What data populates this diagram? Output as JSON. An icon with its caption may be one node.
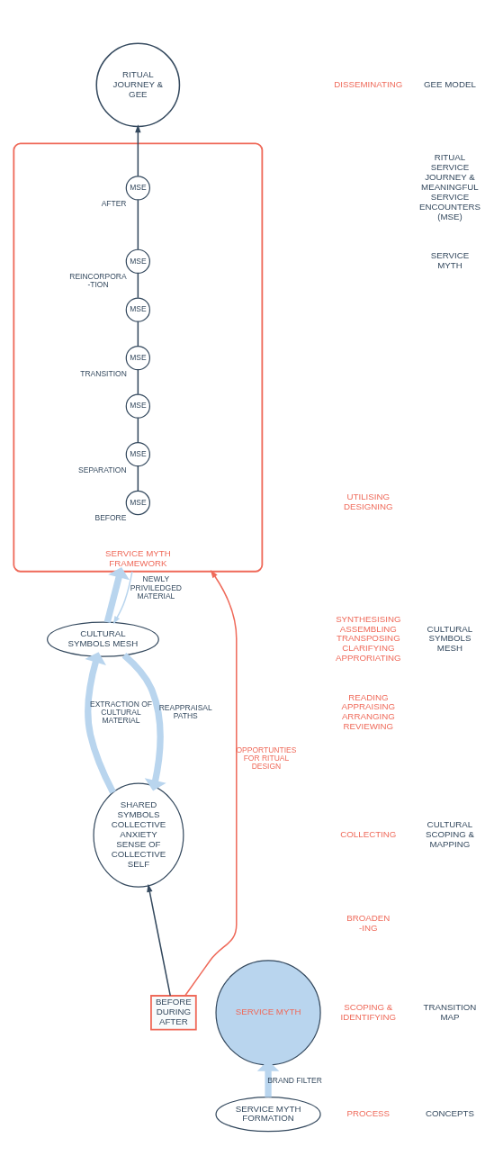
{
  "diagram": {
    "nodes": [
      {
        "text": [
          "BEFORE",
          "DURING",
          "AFTER"
        ]
      },
      {
        "text": [
          "SHARED SYMBOLS",
          "COLLECTIVE ANXIETY",
          "SENSE OF COLLECTIVE SELF"
        ]
      },
      {
        "text": [
          "CULTURAL SYMBOLS MESH"
        ]
      },
      {
        "text": [
          "SERVICE MYTH FORMATION"
        ]
      },
      {
        "text": [
          "SERVICE MYTH"
        ]
      },
      {
        "text": [
          "SERVICE MYTH FRAMEWORK"
        ]
      },
      {
        "text": [
          "MSE"
        ],
        "in": 5,
        "beside": [
          "BEFORE"
        ]
      },
      {
        "text": [
          "MSE"
        ],
        "in": 5,
        "beside": [
          "SEPARATION"
        ]
      },
      {
        "text": [
          "MSE"
        ],
        "in": 5
      },
      {
        "text": [
          "MSE"
        ],
        "in": 5,
        "beside": [
          "TRANSITION"
        ]
      },
      {
        "text": [
          "MSE"
        ],
        "in": 5
      },
      {
        "text": [
          "MSE"
        ],
        "in": 5,
        "beside": [
          "REINCORPORA -TION"
        ]
      },
      {
        "text": [
          "MSE"
        ],
        "in": 5,
        "beside": [
          "AFTER"
        ]
      },
      {
        "text": [
          "RITUAL JOURNEY & GEE"
        ]
      }
    ],
    "edges": [
      {
        "from": 0,
        "to": 1,
        "arrow": "to"
      },
      {
        "from": 1,
        "to": 2,
        "arrow": "to",
        "style": "thick",
        "color": "#b9d5ee",
        "label": "EXTRACTION OF CULTURAL MATERIAL"
      },
      {
        "from": 2,
        "to": 1,
        "arrow": "to",
        "style": "thick",
        "color": "#b9d5ee",
        "label": "REAPPRAISAL PATHS"
      },
      {
        "from": 3,
        "to": 4,
        "arrow": "to",
        "style": "thick",
        "color": "#b9d5ee",
        "label": "BRAND FILTER"
      },
      {
        "from": 2,
        "to": 5,
        "arrow": "to",
        "style": "thick",
        "color": "#b9d5ee"
      },
      {
        "from": 5,
        "to": 2,
        "arrow": "to",
        "color": "#b9d5ee",
        "label": "NEWLY PRIVILEDGED MATERIAL"
      },
      {
        "from": 0,
        "to": 5,
        "arrow": "to",
        "color": "#ef6a5a",
        "label": "OPPORTUNTIES FOR RITUAL DESIGN"
      },
      {
        "from": 6,
        "to": 7,
        "arrow": "none"
      },
      {
        "from": 7,
        "to": 8,
        "arrow": "none"
      },
      {
        "from": 8,
        "to": 9,
        "arrow": "none"
      },
      {
        "from": 9,
        "to": 10,
        "arrow": "none"
      },
      {
        "from": 10,
        "to": 11,
        "arrow": "none"
      },
      {
        "from": 11,
        "to": 12,
        "arrow": "none"
      },
      {
        "from": 12,
        "to": 13,
        "arrow": "to"
      }
    ],
    "labels": [
      "PROCESS",
      "SCOPING & IDENTIFYING",
      "BROADEN -ING",
      "COLLECTING",
      "READING APPRAISING ARRANGING REVIEWING",
      "SYNTHESISING ASSEMBLING TRANSPOSING CLARIFYING APPRORIATING",
      "UTILISING DESIGNING",
      "DISSEMINATING",
      "CONCEPTS",
      "TRANSITION MAP",
      "CULTURAL SCOPING & MAPPING",
      "CULTURAL SYMBOLS MESH",
      "SERVICE MYTH",
      "RITUAL SERVICE JOURNEY & MEANINGFUL SERVICE ENCOUNTERS (MSE)",
      "GEE MODEL"
    ]
  }
}
